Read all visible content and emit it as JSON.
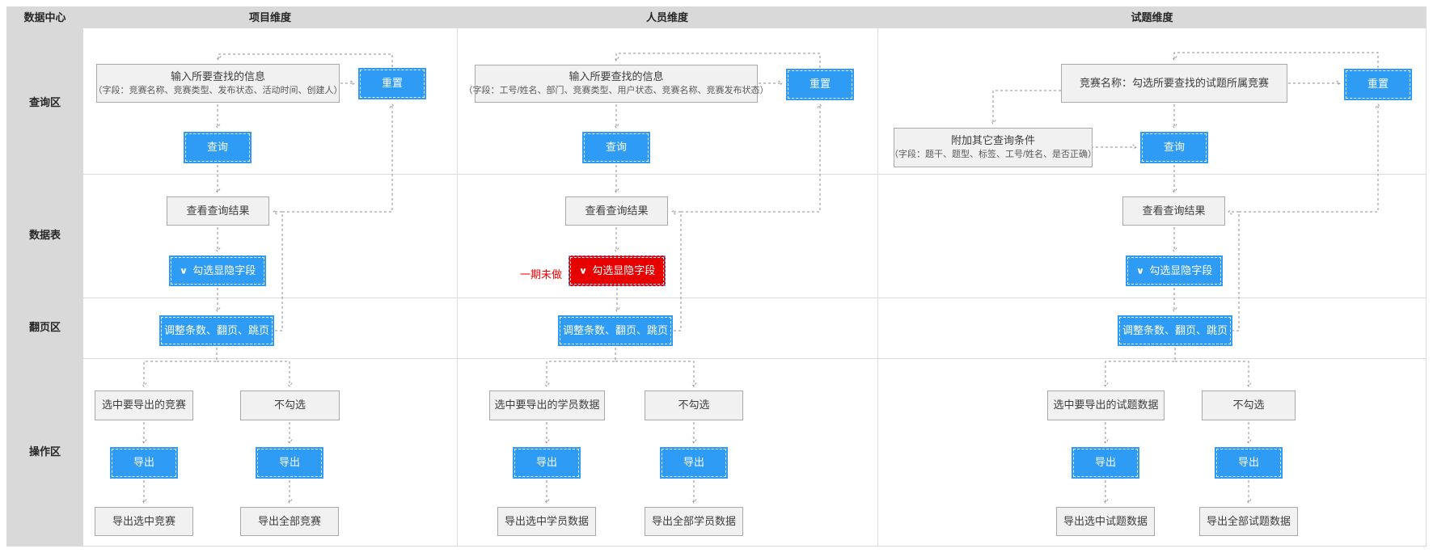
{
  "header": {
    "app_title": "数据中心",
    "columns": [
      "项目维度",
      "人员维度",
      "试题维度"
    ]
  },
  "sidebar": {
    "rows": [
      "查询区",
      "数据表",
      "翻页区",
      "操作区"
    ]
  },
  "icons": {
    "chevron_down": "∨"
  },
  "colors": {
    "accent": "#2e9bf5",
    "danger": "#e60000",
    "panel": "#d9d9d9"
  },
  "col1": {
    "input_title": "输入所要查找的信息",
    "input_fields": "（字段：竞赛名称、竞赛类型、发布状态、活动时间、创建人）",
    "reset": "重置",
    "query": "查询",
    "view_results": "查看查询结果",
    "toggle_fields": "勾选显隐字段",
    "pagination": "调整条数、翻页、跳页",
    "select_export": "选中要导出的竞赛",
    "no_select": "不勾选",
    "export_selected_btn": "导出",
    "export_all_btn": "导出",
    "export_selected_result": "导出选中竞赛",
    "export_all_result": "导出全部竞赛"
  },
  "col2": {
    "input_title": "输入所要查找的信息",
    "input_fields": "（字段：工号/姓名、部门、竞赛类型、用户状态、竞赛名称、竞赛发布状态）",
    "reset": "重置",
    "query": "查询",
    "view_results": "查看查询结果",
    "toggle_fields": "勾选显隐字段",
    "note": "一期未做",
    "pagination": "调整条数、翻页、跳页",
    "select_export": "选中要导出的学员数据",
    "no_select": "不勾选",
    "export_selected_btn": "导出",
    "export_all_btn": "导出",
    "export_selected_result": "导出选中学员数据",
    "export_all_result": "导出全部学员数据"
  },
  "col3": {
    "contest_title": "竞赛名称：勾选所要查找的试题所属竞赛",
    "extra_title": "附加其它查询条件",
    "extra_fields": "（字段：题干、题型、标签、工号/姓名、是否正确）",
    "reset": "重置",
    "query": "查询",
    "view_results": "查看查询结果",
    "toggle_fields": "勾选显隐字段",
    "pagination": "调整条数、翻页、跳页",
    "select_export": "选中要导出的试题数据",
    "no_select": "不勾选",
    "export_selected_btn": "导出",
    "export_all_btn": "导出",
    "export_selected_result": "导出选中试题数据",
    "export_all_result": "导出全部试题数据"
  }
}
